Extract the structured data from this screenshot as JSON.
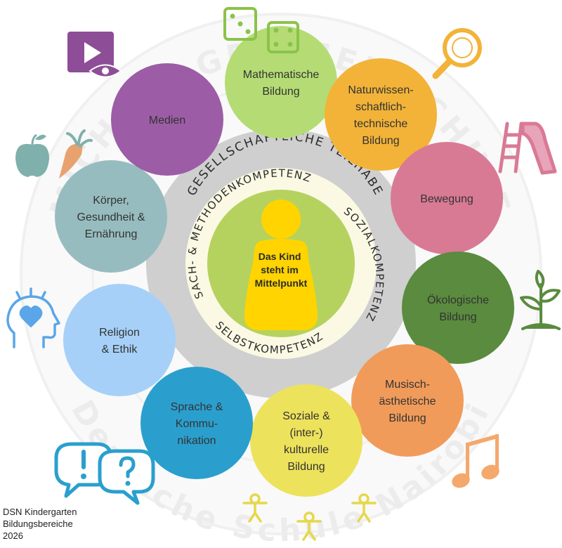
{
  "watermark": {
    "top_arc": "MICHAEL GRZIMEK SCHULE",
    "bottom_arc": "Deutsche Schule Nairobi"
  },
  "rings": {
    "outer": "GESELLSCHAFTLICHE TEILHABE",
    "competences": [
      "SACH- & METHODENKOMPETENZ",
      "SOZIALKOMPETENZ",
      "SELBSTKOMPETENZ"
    ]
  },
  "center": {
    "lines": [
      "Das Kind",
      "steht im",
      "Mittelpunkt"
    ]
  },
  "areas": [
    {
      "id": "mathematik",
      "lines": [
        "Mathematische",
        "Bildung"
      ],
      "color": "#b5dc74",
      "icon": "dice-icon"
    },
    {
      "id": "naturwissenschaft",
      "lines": [
        "Naturwissen-",
        "schaftlich-",
        "technische",
        "Bildung"
      ],
      "color": "#f2b338",
      "icon": "magnifier-icon"
    },
    {
      "id": "bewegung",
      "lines": [
        "Bewegung"
      ],
      "color": "#d97a95",
      "icon": "slide-icon"
    },
    {
      "id": "oekologie",
      "lines": [
        "Ökologische",
        "Bildung"
      ],
      "color": "#5a8b3e",
      "icon": "plant-icon"
    },
    {
      "id": "musik",
      "lines": [
        "Musisch-",
        "ästhetische",
        "Bildung"
      ],
      "color": "#f19b5a",
      "icon": "music-note-icon"
    },
    {
      "id": "soziales",
      "lines": [
        "Soziale &",
        "(inter-)",
        "kulturelle",
        "Bildung"
      ],
      "color": "#ede25c",
      "icon": "children-circle-icon"
    },
    {
      "id": "sprache",
      "lines": [
        "Sprache &",
        "Kommu-",
        "nikation"
      ],
      "color": "#2a9fce",
      "icon": "speech-bubbles-icon"
    },
    {
      "id": "religion",
      "lines": [
        "Religion",
        "& Ethik"
      ],
      "color": "#a6d0f8",
      "icon": "head-heart-icon"
    },
    {
      "id": "koerper",
      "lines": [
        "Körper,",
        "Gesundheit &",
        "Ernährung"
      ],
      "color": "#97bcbf",
      "icon": "apple-carrot-icon"
    },
    {
      "id": "medien",
      "lines": [
        "Medien"
      ],
      "color": "#9c5ca6",
      "icon": "video-play-icon"
    }
  ],
  "caption": {
    "line1": "DSN Kindergarten",
    "line2": "Bildungsbereiche",
    "line3": "2026"
  }
}
